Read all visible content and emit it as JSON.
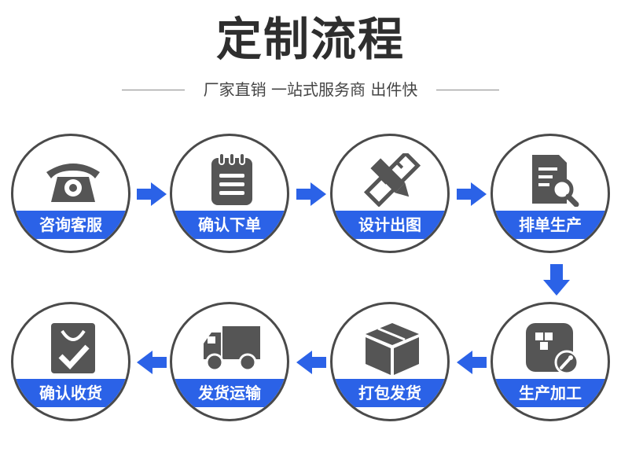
{
  "header": {
    "title": "定制流程",
    "subtitle": "厂家直销 一站式服务商 出件快"
  },
  "steps": [
    {
      "label": "咨询客服",
      "icon": "telephone-icon"
    },
    {
      "label": "确认下单",
      "icon": "notepad-icon"
    },
    {
      "label": "设计出图",
      "icon": "pencil-ruler-icon"
    },
    {
      "label": "排单生产",
      "icon": "document-search-icon"
    },
    {
      "label": "生产加工",
      "icon": "cubes-wrench-icon"
    },
    {
      "label": "打包发货",
      "icon": "box-icon"
    },
    {
      "label": "发货运输",
      "icon": "truck-icon"
    },
    {
      "label": "确认收货",
      "icon": "shopping-bag-check-icon"
    }
  ],
  "colors": {
    "accent": "#2b62e7",
    "icon": "#555555",
    "border": "#4a4a4a"
  }
}
